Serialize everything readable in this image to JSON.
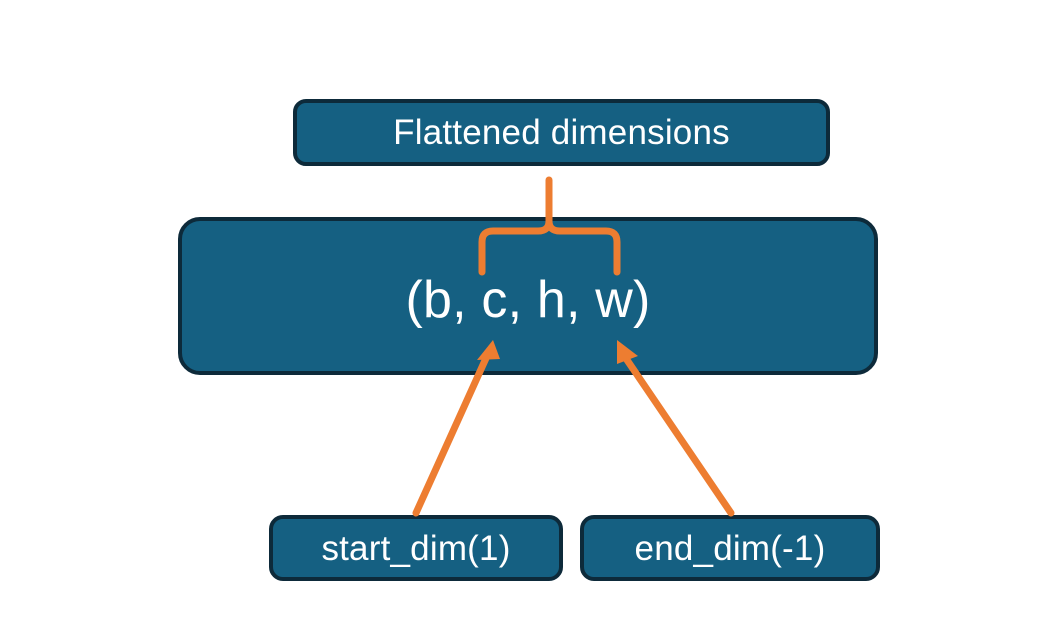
{
  "diagram": {
    "title_node": {
      "label": "Flattened dimensions"
    },
    "tensor_node": {
      "label": "(b, c, h, w)"
    },
    "start_node": {
      "label": "start_dim(1)"
    },
    "end_node": {
      "label": "end_dim(-1)"
    },
    "connectors": {
      "brace_name": "curly-brace-connector",
      "start_arrow_name": "start-dim-arrow",
      "end_arrow_name": "end-dim-arrow"
    },
    "colors": {
      "box_fill": "#156082",
      "box_border": "#0d2a3a",
      "text": "#ffffff",
      "accent": "#ED7D31",
      "background": "#ffffff"
    }
  }
}
